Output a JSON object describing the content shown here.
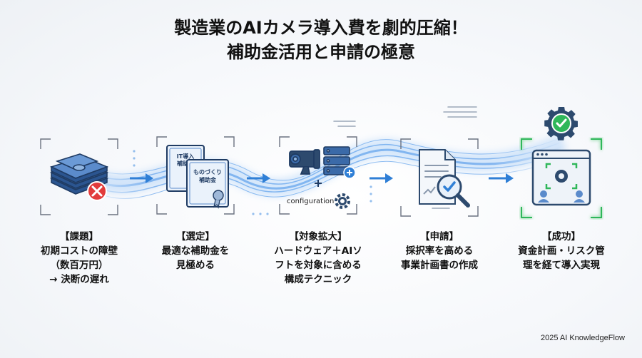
{
  "title": {
    "line1": "製造業のAIカメラ導入費を劇的圧縮！",
    "line2": "補助金活用と申請の極意"
  },
  "steps": [
    {
      "heading": "【課題】",
      "lines": [
        "初期コストの障壁",
        "（数百万円）",
        "→ 決断の遅れ"
      ],
      "icon": "money-stack-cross-icon"
    },
    {
      "heading": "【選定】",
      "lines": [
        "最適な補助金を",
        "見極める"
      ],
      "icon": "certificates-icon",
      "cert_labels": {
        "back_line1": "IT導入",
        "back_line2": "補助金",
        "front_line1": "ものづくり",
        "front_line2": "補助金"
      }
    },
    {
      "heading": "【対象拡大】",
      "lines": [
        "ハードウェア＋AIソ",
        "フトを対象に含める",
        "構成テクニック"
      ],
      "icon": "camera-server-gear-icon",
      "small_label": "configuration"
    },
    {
      "heading": "【申請】",
      "lines": [
        "採択率を高める",
        "事業計画書の作成"
      ],
      "icon": "document-magnifier-icon"
    },
    {
      "heading": "【成功】",
      "lines": [
        "資金計画・リスク管",
        "理を経て導入実現"
      ],
      "icon": "success-monitor-gear-icon"
    }
  ],
  "footer": "2025 AI KnowledgeFlow",
  "colors": {
    "accent_blue": "#2f7fd6",
    "success_green": "#2fb75a",
    "navy": "#2d4a6e",
    "danger_red": "#e23b3b"
  }
}
